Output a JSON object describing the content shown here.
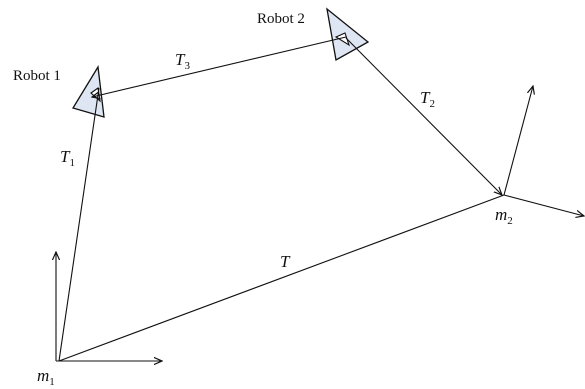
{
  "robots": {
    "robot1_label": "Robot 1",
    "robot2_label": "Robot 2"
  },
  "edges": {
    "t_label": "T",
    "t1_label": "T",
    "t1_sub": "1",
    "t2_label": "T",
    "t2_sub": "2",
    "t3_label": "T",
    "t3_sub": "3"
  },
  "frames": {
    "m1_label": "m",
    "m1_sub": "1",
    "m2_label": "m",
    "m2_sub": "2"
  },
  "colors": {
    "robot_fill": "#dfe6f3",
    "stroke": "#111111"
  }
}
